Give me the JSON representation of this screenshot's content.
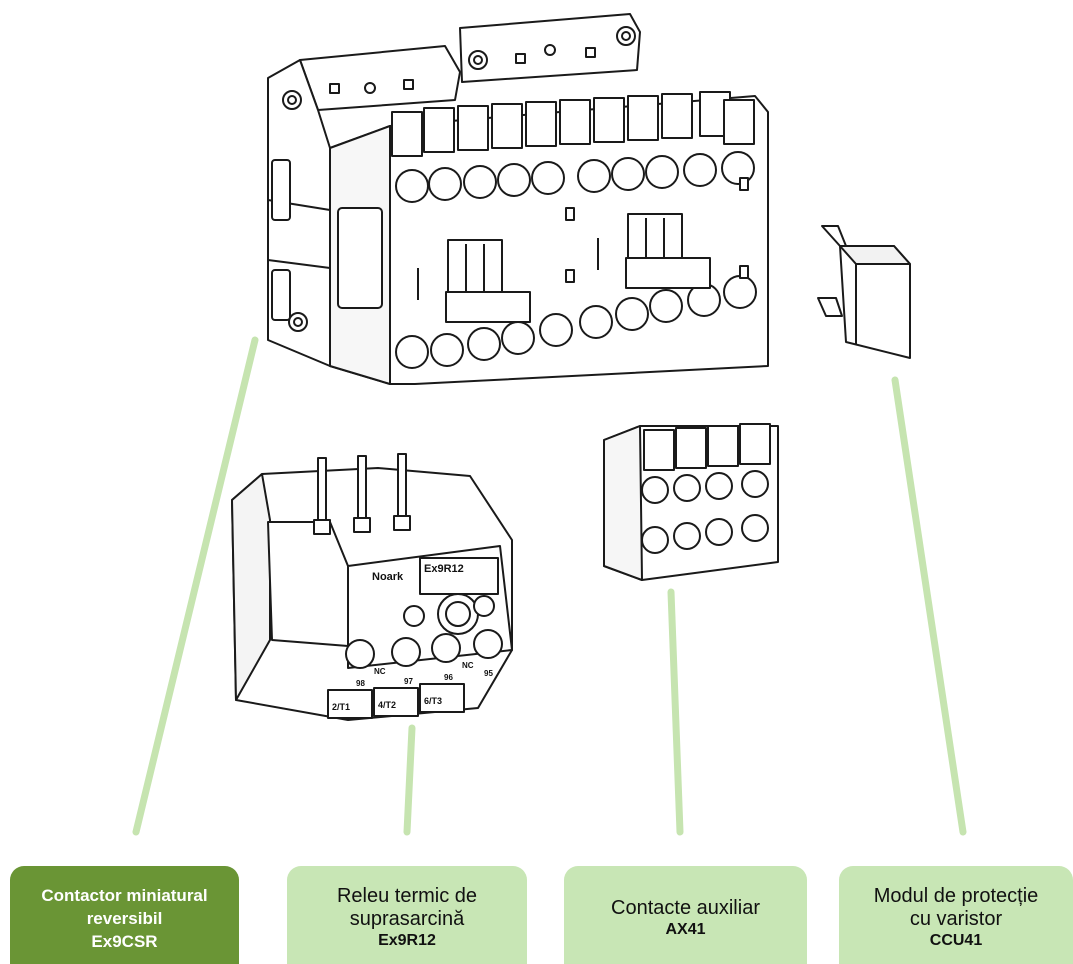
{
  "markings": {
    "relay_brand": "Noark",
    "relay_model": "Ex9R12",
    "nc_left": "NC",
    "nc_right": "NC",
    "t1": "2/T1",
    "t2": "4/T2",
    "t3": "6/T3",
    "n98": "98",
    "n97": "97",
    "n96": "96",
    "n95": "95"
  },
  "labels": [
    {
      "lines": [
        "Contactor miniatural",
        "reversibil"
      ],
      "code": "Ex9CSR",
      "style": "dark"
    },
    {
      "lines": [
        "Releu termic de",
        "suprasarcină"
      ],
      "code": "Ex9R12",
      "style": "light"
    },
    {
      "lines": [
        "Contacte auxiliar"
      ],
      "code": "AX41",
      "style": "light"
    },
    {
      "lines": [
        "Modul de protecție",
        "cu varistor"
      ],
      "code": "CCU41",
      "style": "light"
    }
  ],
  "colors": {
    "leader": "#c6e4b0",
    "label_dark": "#6a9535",
    "label_light": "#c8e6b5",
    "outline": "#1a1a1a"
  }
}
